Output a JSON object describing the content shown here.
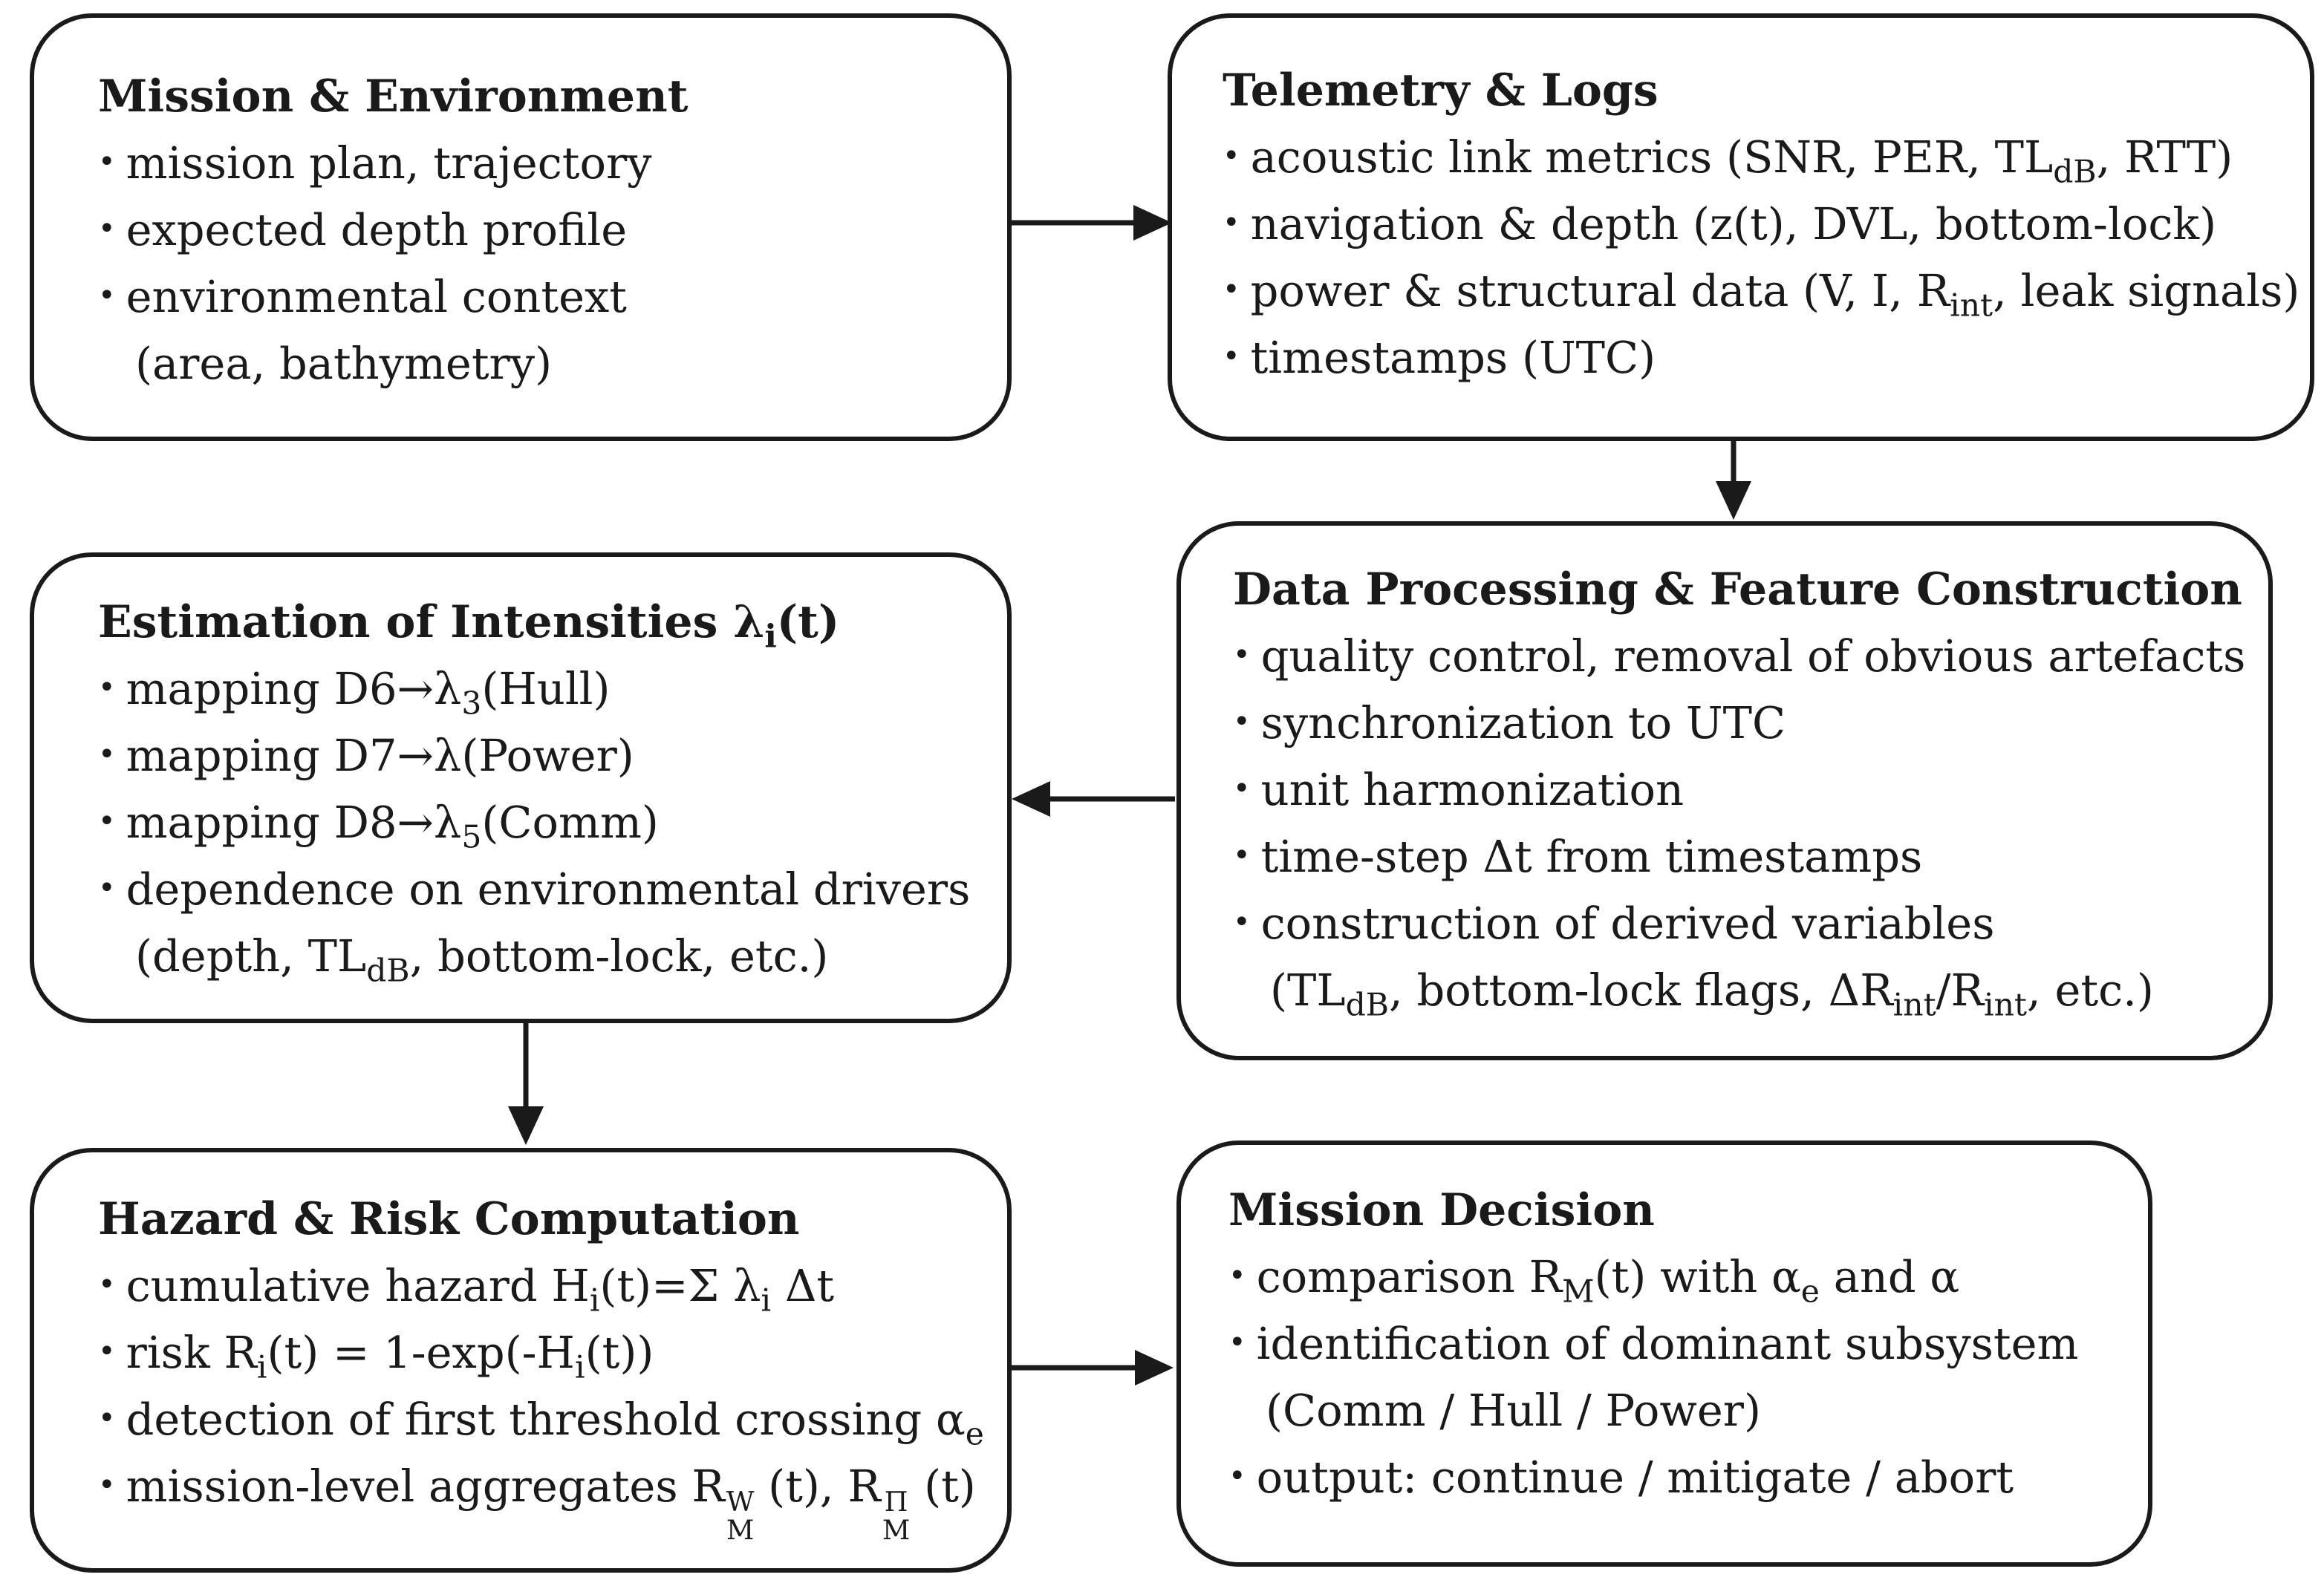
{
  "boxes": {
    "mission_env": {
      "title": "Mission & Environment",
      "items": [
        "mission plan, trajectory",
        "expected depth profile",
        "environmental context",
        "(area, bathymetry)"
      ]
    },
    "telemetry": {
      "title": "Telemetry & Logs",
      "items": {
        "i1_pre": "acoustic link metrics (SNR, PER, TL",
        "i1_sub": "dB",
        "i1_post": ", RTT)",
        "i2": "navigation & depth (z(t), DVL, bottom-lock)",
        "i3_pre": "power & structural data (V, I, R",
        "i3_sub": "int",
        "i3_post": ", leak signals)",
        "i4": "timestamps (UTC)"
      }
    },
    "processing": {
      "title": "Data Processing & Feature Construction",
      "items": {
        "i1": "quality control, removal of obvious artefacts",
        "i2": "synchronization to UTC",
        "i3": "unit harmonization",
        "i4": "time-step Δt from timestamps",
        "i5": "construction of derived variables",
        "i6_a": "(TL",
        "i6_sub1": "dB",
        "i6_b": ", bottom-lock flags, ΔR",
        "i6_sub2": "int",
        "i6_c": "/R",
        "i6_sub3": "int",
        "i6_d": ", etc.)"
      }
    },
    "estimation": {
      "title_pre": "Estimation of Intensities λ",
      "title_sub": "i",
      "title_post": "(t)",
      "items": {
        "i1_pre": "mapping D6→λ",
        "i1_sub": "3",
        "i1_post": "(Hull)",
        "i2": "mapping D7→λ(Power)",
        "i3_pre": "mapping D8→λ",
        "i3_sub": "5",
        "i3_post": "(Comm)",
        "i4": "dependence on environmental drivers",
        "i5_pre": "(depth, TL",
        "i5_sub": "dB",
        "i5_post": ", bottom-lock, etc.)"
      }
    },
    "hazard": {
      "title": "Hazard & Risk Computation",
      "items": {
        "i1_a": "cumulative hazard H",
        "i1_sub1": "i",
        "i1_b": "(t)=Σ λ",
        "i1_sub2": "i",
        "i1_c": " Δt",
        "i2_a": "risk R",
        "i2_sub1": "i",
        "i2_b": "(t) = 1-exp(-H",
        "i2_sub2": "i",
        "i2_c": "(t))",
        "i3_pre": "detection of first threshold crossing α",
        "i3_sub": "e",
        "i4_a": "mission-level aggregates R",
        "i4_sup1": "W",
        "i4_sub1": "M",
        "i4_b": " (t), R",
        "i4_sup2": "Π",
        "i4_sub2": "M",
        "i4_c": " (t)"
      }
    },
    "decision": {
      "title": "Mission Decision",
      "items": {
        "i1_a": "comparison R",
        "i1_sub1": "M",
        "i1_b": "(t) with α",
        "i1_sub2": "e",
        "i1_c": " and α",
        "i2": "identification of dominant subsystem",
        "i3": "(Comm / Hull / Power)",
        "i4": "output: continue / mitigate / abort"
      }
    }
  },
  "bullet_glyph": "•"
}
